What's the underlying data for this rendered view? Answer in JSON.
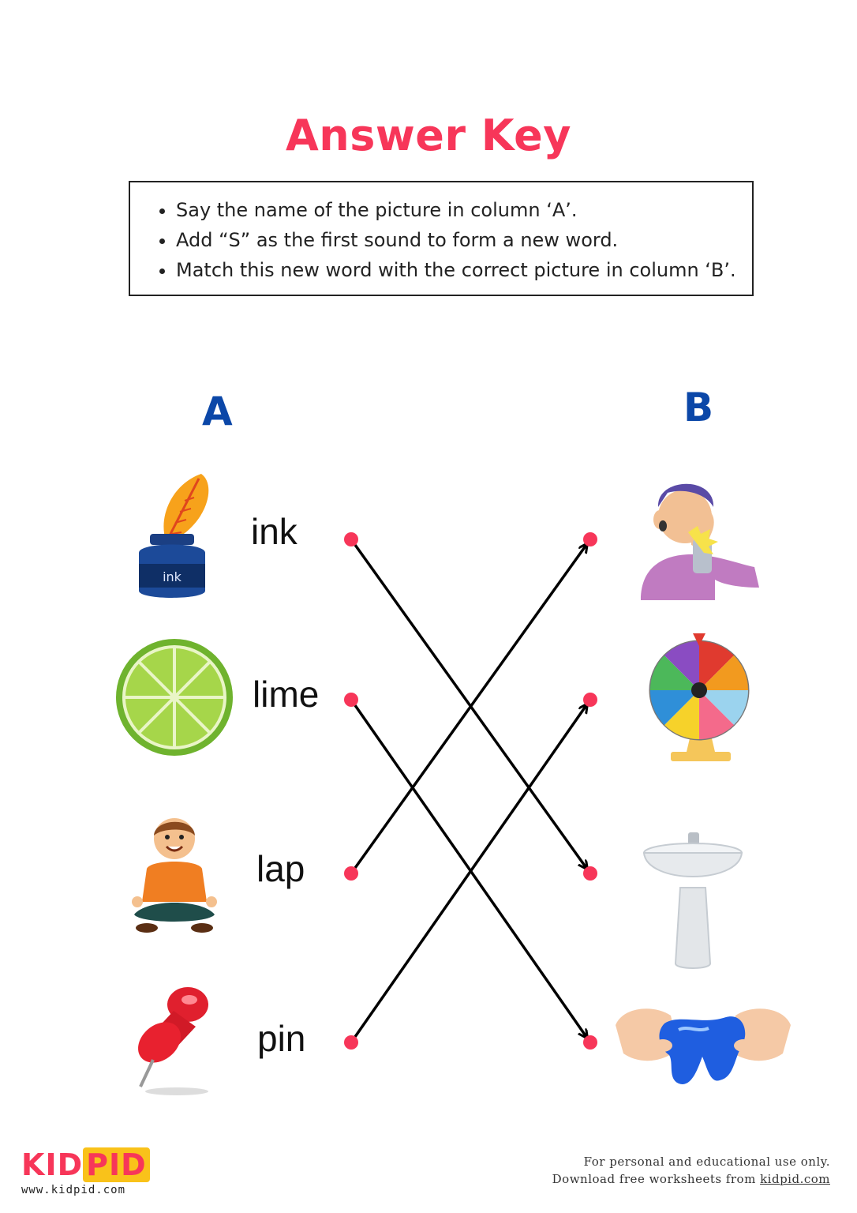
{
  "title": "Answer Key",
  "instructions": [
    "Say the name of the picture in column ‘A’.",
    "Add “S” as the first sound to form a new word.",
    "Match this new word with the correct picture in column ‘B’."
  ],
  "columns": {
    "a": "A",
    "b": "B"
  },
  "words": [
    "ink",
    "lime",
    "lap",
    "pin"
  ],
  "ink_label": "ink",
  "icons": {
    "a": [
      "ink-bottle-quill-icon",
      "lime-slice-icon",
      "boy-sitting-cross-legged-icon",
      "red-pushpin-icon"
    ],
    "b": [
      "boy-slap-phone-icon",
      "prize-spin-wheel-icon",
      "sink-basin-icon",
      "blue-slime-hands-icon"
    ]
  },
  "matches": [
    {
      "from": "ink",
      "to_row": 3,
      "answer": "sink"
    },
    {
      "from": "lime",
      "to_row": 4,
      "answer": "slime"
    },
    {
      "from": "lap",
      "to_row": 1,
      "answer": "slap"
    },
    {
      "from": "pin",
      "to_row": 2,
      "answer": "spin"
    }
  ],
  "colors": {
    "title": "#f73659",
    "column_heads": "#0b47a8",
    "dots": "#f73659",
    "lines": "#000000"
  },
  "logo": {
    "kid": "KID",
    "pid": "PID",
    "url": "www.kidpid.com"
  },
  "footer": {
    "line1": "For personal and educational use only.",
    "line2_prefix": "Download free worksheets from",
    "link": "kidpid.com"
  }
}
